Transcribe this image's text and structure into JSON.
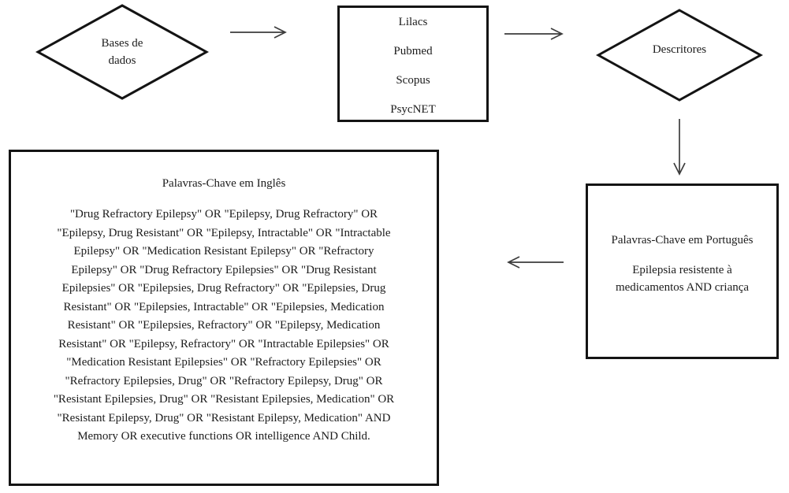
{
  "colors": {
    "background": "#ffffff",
    "text": "#1c1c1c",
    "border": "#141414",
    "arrow": "#3d3d3d"
  },
  "icons": {
    "arrow_right": "→",
    "arrow_down": "↓",
    "arrow_left": "←"
  },
  "flowchart": {
    "nodes": {
      "databases_diamond": {
        "label_lines": [
          "Bases de",
          "dados"
        ]
      },
      "databases_list": {
        "items": [
          "Lilacs",
          "Pubmed",
          "Scopus",
          "PsycNET"
        ]
      },
      "descriptors_diamond": {
        "label": "Descritores"
      },
      "keywords_portuguese": {
        "title": "Palavras-Chave em Português",
        "body_lines": [
          "Epilepsia resistente à",
          "medicamentos AND criança"
        ]
      },
      "keywords_english": {
        "title": "Palavras-Chave em Inglês",
        "body_lines": [
          "\"Drug Refractory Epilepsy\" OR \"Epilepsy, Drug Refractory\" OR",
          "\"Epilepsy, Drug Resistant\" OR \"Epilepsy, Intractable\" OR \"Intractable",
          "Epilepsy\" OR \"Medication Resistant Epilepsy\" OR \"Refractory",
          "Epilepsy\" OR \"Drug Refractory Epilepsies\" OR \"Drug Resistant",
          "Epilepsies\" OR \"Epilepsies, Drug Refractory\" OR \"Epilepsies, Drug",
          "Resistant\" OR \"Epilepsies, Intractable\" OR \"Epilepsies, Medication",
          "Resistant\" OR \"Epilepsies, Refractory\" OR \"Epilepsy, Medication",
          "Resistant\" OR \"Epilepsy, Refractory\" OR \"Intractable Epilepsies\" OR",
          "\"Medication Resistant Epilepsies\" OR \"Refractory Epilepsies\" OR",
          "\"Refractory Epilepsies, Drug\" OR \"Refractory Epilepsy, Drug\" OR",
          "\"Resistant Epilepsies, Drug\" OR \"Resistant Epilepsies, Medication\" OR",
          "\"Resistant Epilepsy, Drug\" OR \"Resistant Epilepsy, Medication\" AND",
          "Memory OR executive functions OR intelligence AND Child."
        ]
      }
    }
  }
}
